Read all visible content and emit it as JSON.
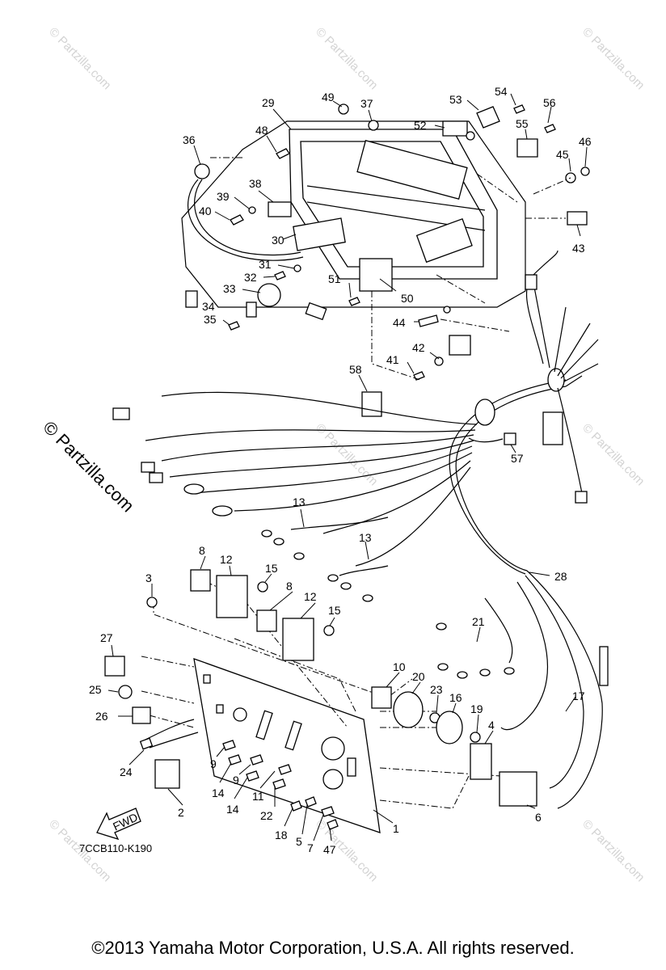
{
  "watermarks": {
    "corner": "© Partzilla.com",
    "side": "© Partzilla.com"
  },
  "diagram_code": "7CCB110-K190",
  "fwd_label": "FWD",
  "copyright": "©2013  Yamaha Motor Corporation, U.S.A. All rights reserved.",
  "callouts": {
    "c1": "1",
    "c2": "2",
    "c3": "3",
    "c4": "4",
    "c5": "5",
    "c6": "6",
    "c7": "7",
    "c8a": "8",
    "c8b": "8",
    "c9a": "9",
    "c9b": "9",
    "c10": "10",
    "c11": "11",
    "c12a": "12",
    "c12b": "12",
    "c13a": "13",
    "c13b": "13",
    "c14a": "14",
    "c14b": "14",
    "c15a": "15",
    "c15b": "15",
    "c16": "16",
    "c17": "17",
    "c18": "18",
    "c19": "19",
    "c20": "20",
    "c21": "21",
    "c22": "22",
    "c23": "23",
    "c24": "24",
    "c25": "25",
    "c26": "26",
    "c27": "27",
    "c28": "28",
    "c29": "29",
    "c30": "30",
    "c31": "31",
    "c32": "32",
    "c33": "33",
    "c34": "34",
    "c35": "35",
    "c36": "36",
    "c37": "37",
    "c38": "38",
    "c39": "39",
    "c40": "40",
    "c41": "41",
    "c42": "42",
    "c43": "43",
    "c44": "44",
    "c45": "45",
    "c46": "46",
    "c47": "47",
    "c48": "48",
    "c49": "49",
    "c50": "50",
    "c51": "51",
    "c52": "52",
    "c53": "53",
    "c54": "54",
    "c55": "55",
    "c56": "56",
    "c57": "57",
    "c58": "58"
  }
}
